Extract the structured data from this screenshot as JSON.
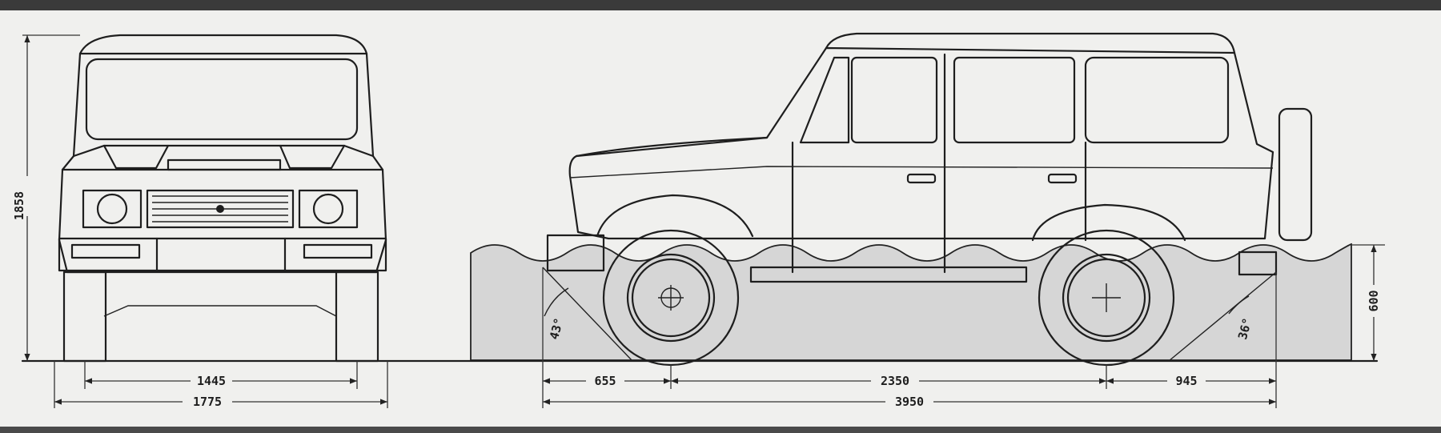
{
  "dimensions": {
    "overall_height": "1858",
    "front_track": "1445",
    "overall_width": "1775",
    "front_overhang": "655",
    "wheelbase": "2350",
    "rear_overhang": "945",
    "overall_length": "3950",
    "fording_depth": "600",
    "approach_angle": "43°",
    "departure_angle": "36°"
  },
  "colors": {
    "line": "#1e1e1e",
    "paper": "#f0f0ee",
    "water": "#d6d6d6",
    "border": "#3a3a3a"
  }
}
